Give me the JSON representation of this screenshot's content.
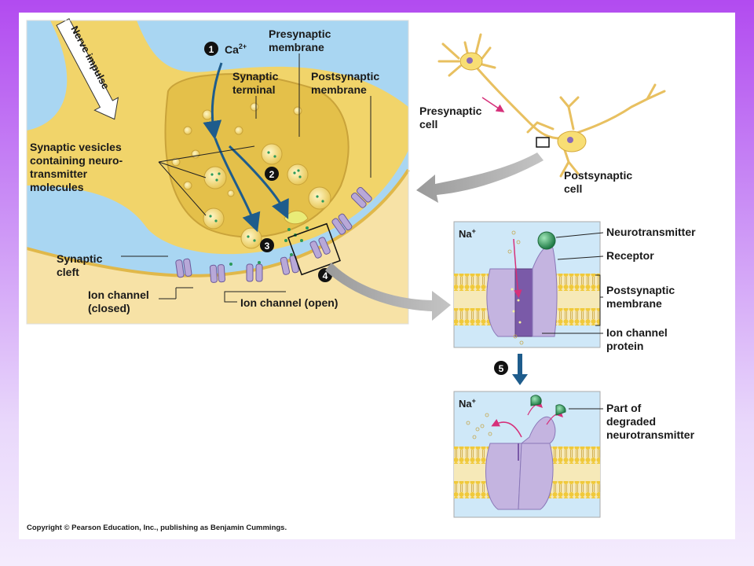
{
  "labels": {
    "nerve_impulse": "Nerve impulse",
    "ca": "Ca",
    "ca_sup": "2+",
    "presynaptic_membrane": [
      "Presynaptic",
      "membrane"
    ],
    "synaptic_terminal": [
      "Synaptic",
      "terminal"
    ],
    "postsynaptic_membrane": [
      "Postsynaptic",
      "membrane"
    ],
    "synaptic_vesicles": [
      "Synaptic vesicles",
      "containing neuro-",
      "transmitter",
      "molecules"
    ],
    "synaptic_cleft": [
      "Synaptic",
      "cleft"
    ],
    "ion_channel_closed": [
      "Ion channel",
      "(closed)"
    ],
    "ion_channel_open": "Ion channel (open)",
    "presynaptic_cell": [
      "Presynaptic",
      "cell"
    ],
    "postsynaptic_cell": [
      "Postsynaptic",
      "cell"
    ],
    "neurotransmitter": "Neurotransmitter",
    "receptor": "Receptor",
    "postsynaptic_membrane_inset": [
      "Postsynaptic",
      "membrane"
    ],
    "ion_channel_protein": [
      "Ion channel",
      "protein"
    ],
    "na": "Na",
    "na_sup": "+",
    "part_degraded": [
      "Part of",
      "degraded",
      "neurotransmitter"
    ]
  },
  "steps": [
    "1",
    "2",
    "3",
    "4",
    "5"
  ],
  "copyright": "Copyright © Pearson Education, Inc., publishing as Benjamin Cummings.",
  "colors": {
    "background_sky": "#a9d6f2",
    "cytoplasm": "#f1d46a",
    "terminal_fill": "#e4c04a",
    "tissue": "#f7e2a6",
    "channel": "#b8a8d8",
    "arrow_blue": "#1e5c8c",
    "neurotransmitter_green": "#2b9a5a",
    "na_arrow": "#d6307a"
  }
}
